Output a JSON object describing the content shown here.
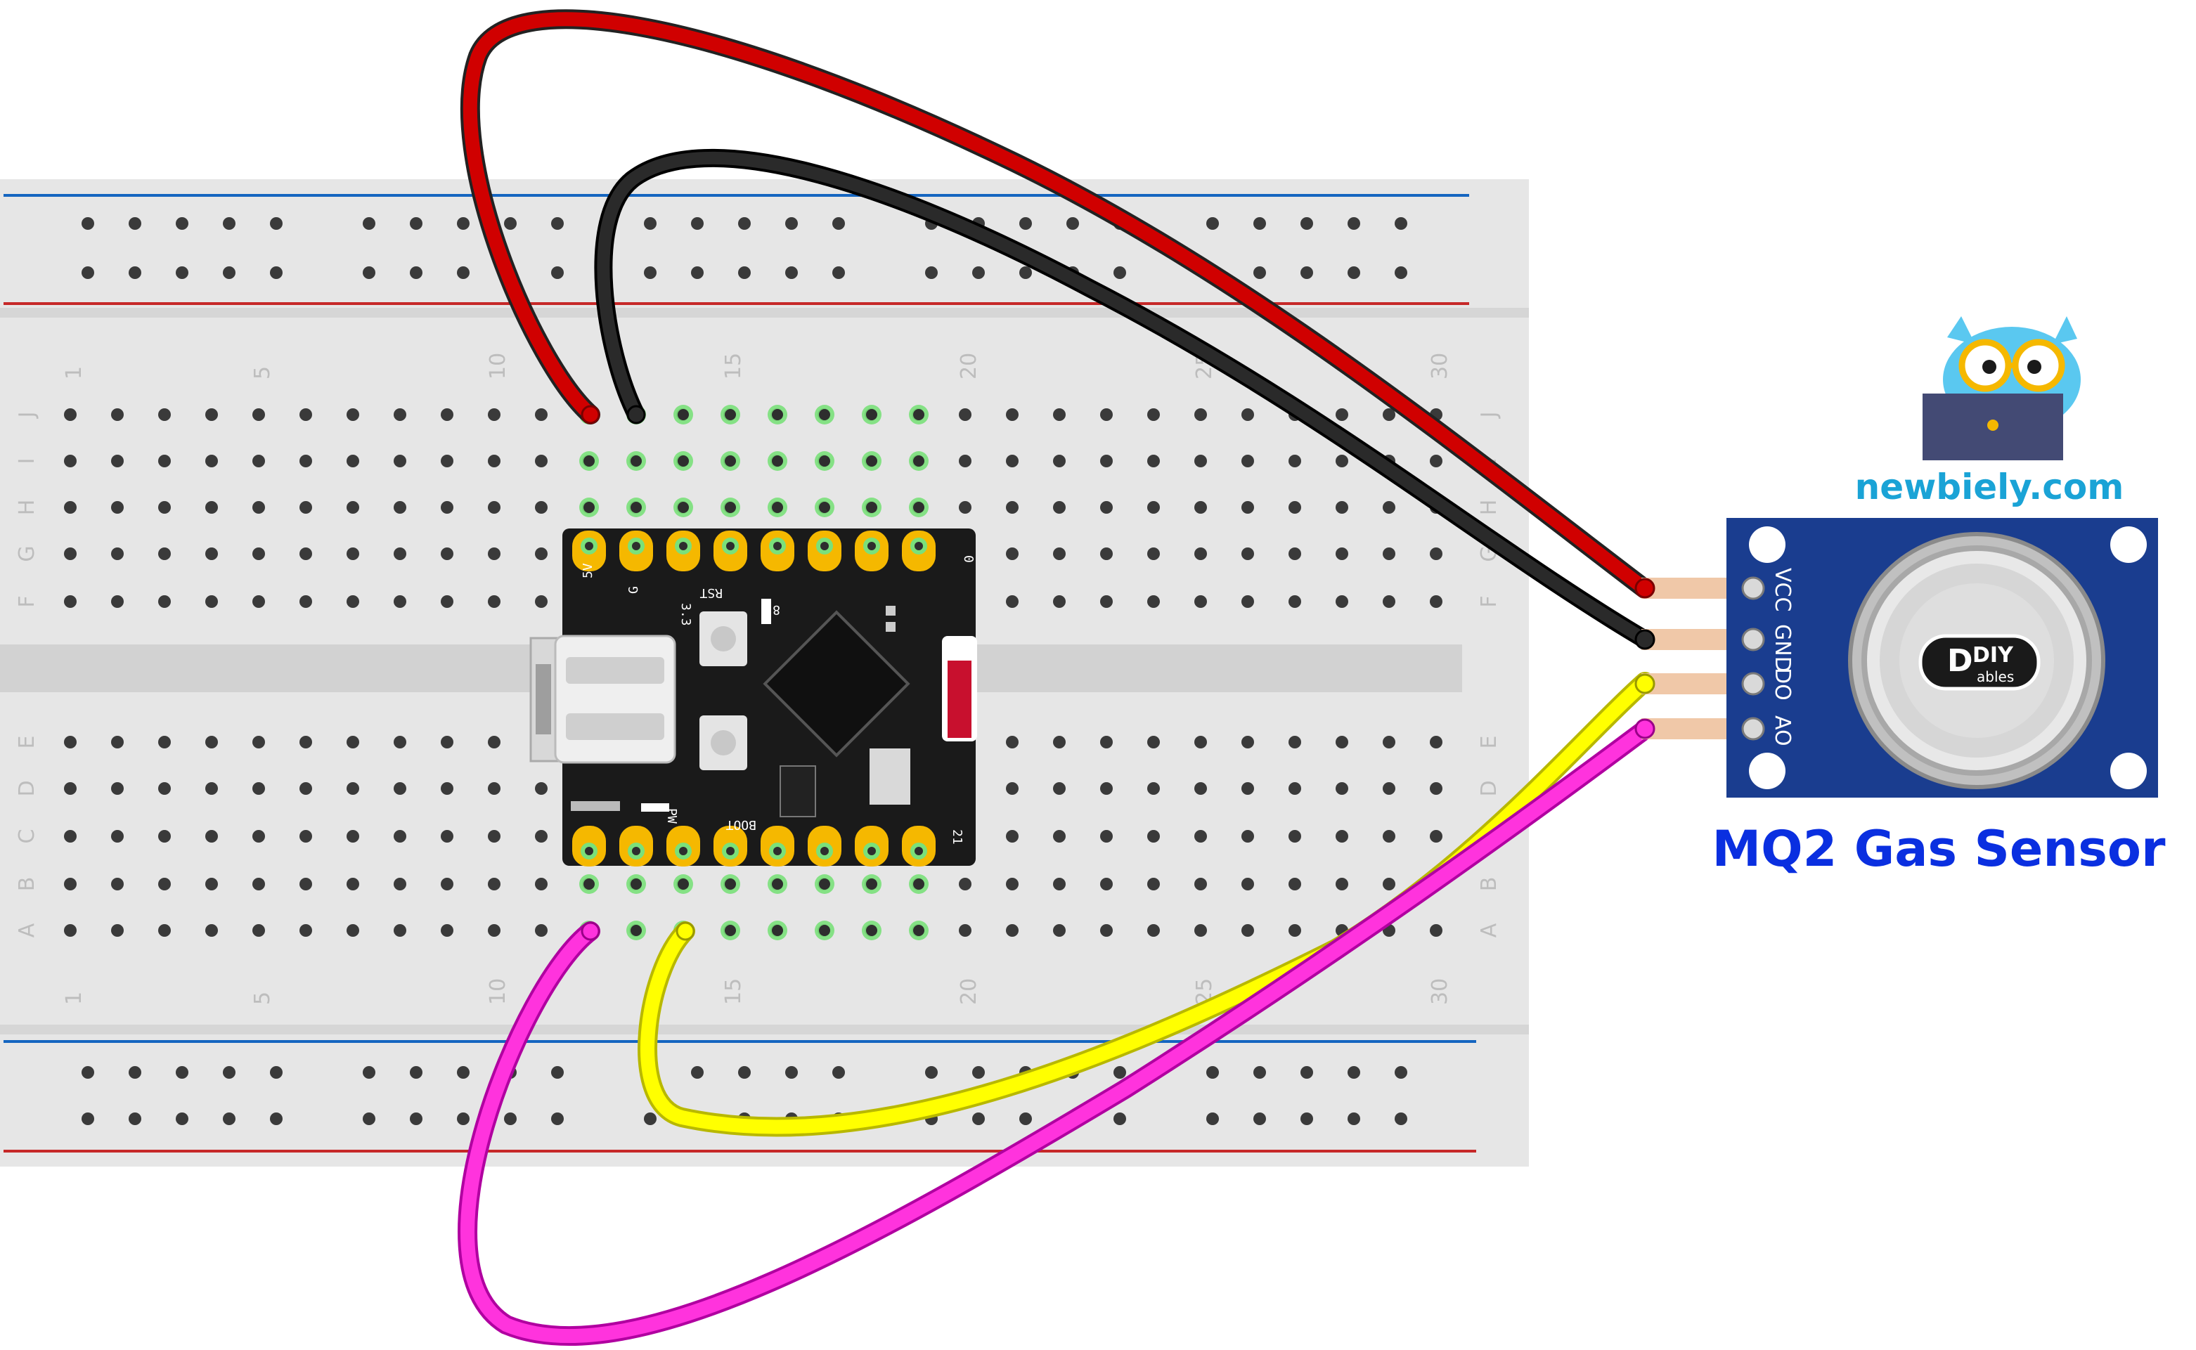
{
  "colors": {
    "breadboard": "#e6e6e6",
    "rail_blue": "#1565c0",
    "rail_red": "#c62828",
    "wire_red": "#d00000",
    "wire_black": "#1a1a1a",
    "wire_yellow": "#ffff00",
    "wire_magenta": "#ff33dd",
    "board_black": "#1a1a1a",
    "pad_gold": "#f5b800",
    "sensor_blue": "#1a3d8f",
    "title_blue": "#0a2fe0",
    "brand_cyan": "#1aa3d6"
  },
  "breadboard": {
    "col_labels_top": [
      "1",
      "5",
      "10",
      "15",
      "20",
      "25",
      "30"
    ],
    "col_labels_bottom": [
      "1",
      "5",
      "10",
      "15",
      "20",
      "25",
      "30"
    ],
    "row_labels_top": [
      "J",
      "I",
      "H",
      "G",
      "F"
    ],
    "row_labels_bottom": [
      "E",
      "D",
      "C",
      "B",
      "A"
    ]
  },
  "board": {
    "labels": {
      "five_v": "5V",
      "g": "G",
      "v33": "3.3",
      "rst": "RST",
      "zero": "0",
      "boot": "BOOT",
      "pw": "PW",
      "twenty_one": "21",
      "eight": "8"
    }
  },
  "sensor": {
    "pins": [
      "VCC",
      "GND",
      "DO",
      "AO"
    ],
    "logo_text": "DIY",
    "logo_sub": "ables"
  },
  "brand": {
    "text": "newbiely.com"
  },
  "title": "MQ2 Gas Sensor"
}
